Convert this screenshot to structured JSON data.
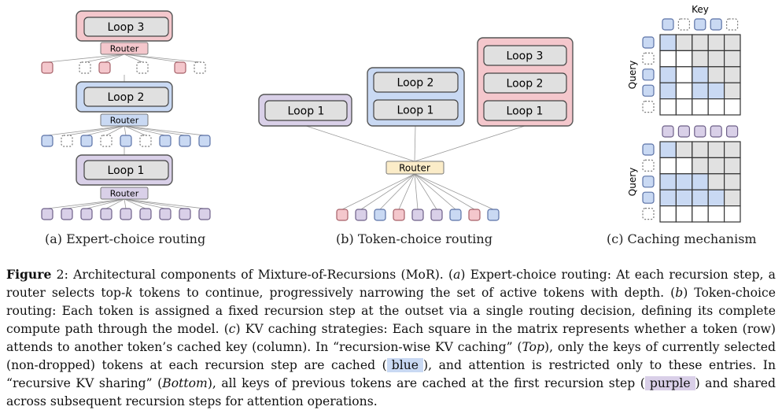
{
  "panels": {
    "a": {
      "caption": "(a) Expert-choice routing",
      "loops": [
        "Loop 3",
        "Loop 2",
        "Loop 1"
      ],
      "router_label": "Router"
    },
    "b": {
      "caption": "(b) Token-choice routing",
      "loop1": [
        "Loop 1"
      ],
      "loop2": [
        "Loop 2",
        "Loop 1"
      ],
      "loop3": [
        "Loop 3",
        "Loop 2",
        "Loop 1"
      ],
      "router_label": "Router"
    },
    "c": {
      "caption": "(c) Caching mechanism",
      "key_label": "Key",
      "query_label_top": "Query",
      "query_label_bottom": "Query"
    }
  },
  "colors": {
    "pink": "#f4c7cc",
    "pink_border": "#a66068",
    "blue": "#c9d9f3",
    "blue_border": "#5b72a6",
    "purple": "#d9d0e8",
    "purple_border": "#6d5f88",
    "router_yellow": "#fbecc8",
    "gray": "#e1e1e1"
  },
  "caption": {
    "label": "Figure",
    "number": " 2",
    "p1": ": Architectural components of Mixture-of-Recursions (MoR). (",
    "a": "a",
    "p2": ") Expert-choice routing: At each recursion step, a router selects top-",
    "k": "k",
    "p3": " tokens to continue, progressively narrowing the set of active tokens with depth. (",
    "b": "b",
    "p4": ") Token-choice routing: Each token is assigned a fixed recursion step at the outset via a single routing decision, defining its complete compute path through the model. (",
    "c": "c",
    "p5": ") KV caching strategies: Each square in the matrix represents whether a token (row) attends to another token’s cached key (column). In “recursion-wise KV caching” (",
    "top": "Top",
    "p6": "), only the keys of currently selected (non-dropped) tokens at each recursion step are cached (",
    "blue": "blue",
    "p7": "), and attention is restricted only to these entries. In “recursive KV sharing” (",
    "bottom": "Bottom",
    "p8": "), all keys of previous tokens are cached at the first recursion step (",
    "purple": "purple",
    "p9": ") and shared across subsequent recursion steps for attention operations."
  }
}
